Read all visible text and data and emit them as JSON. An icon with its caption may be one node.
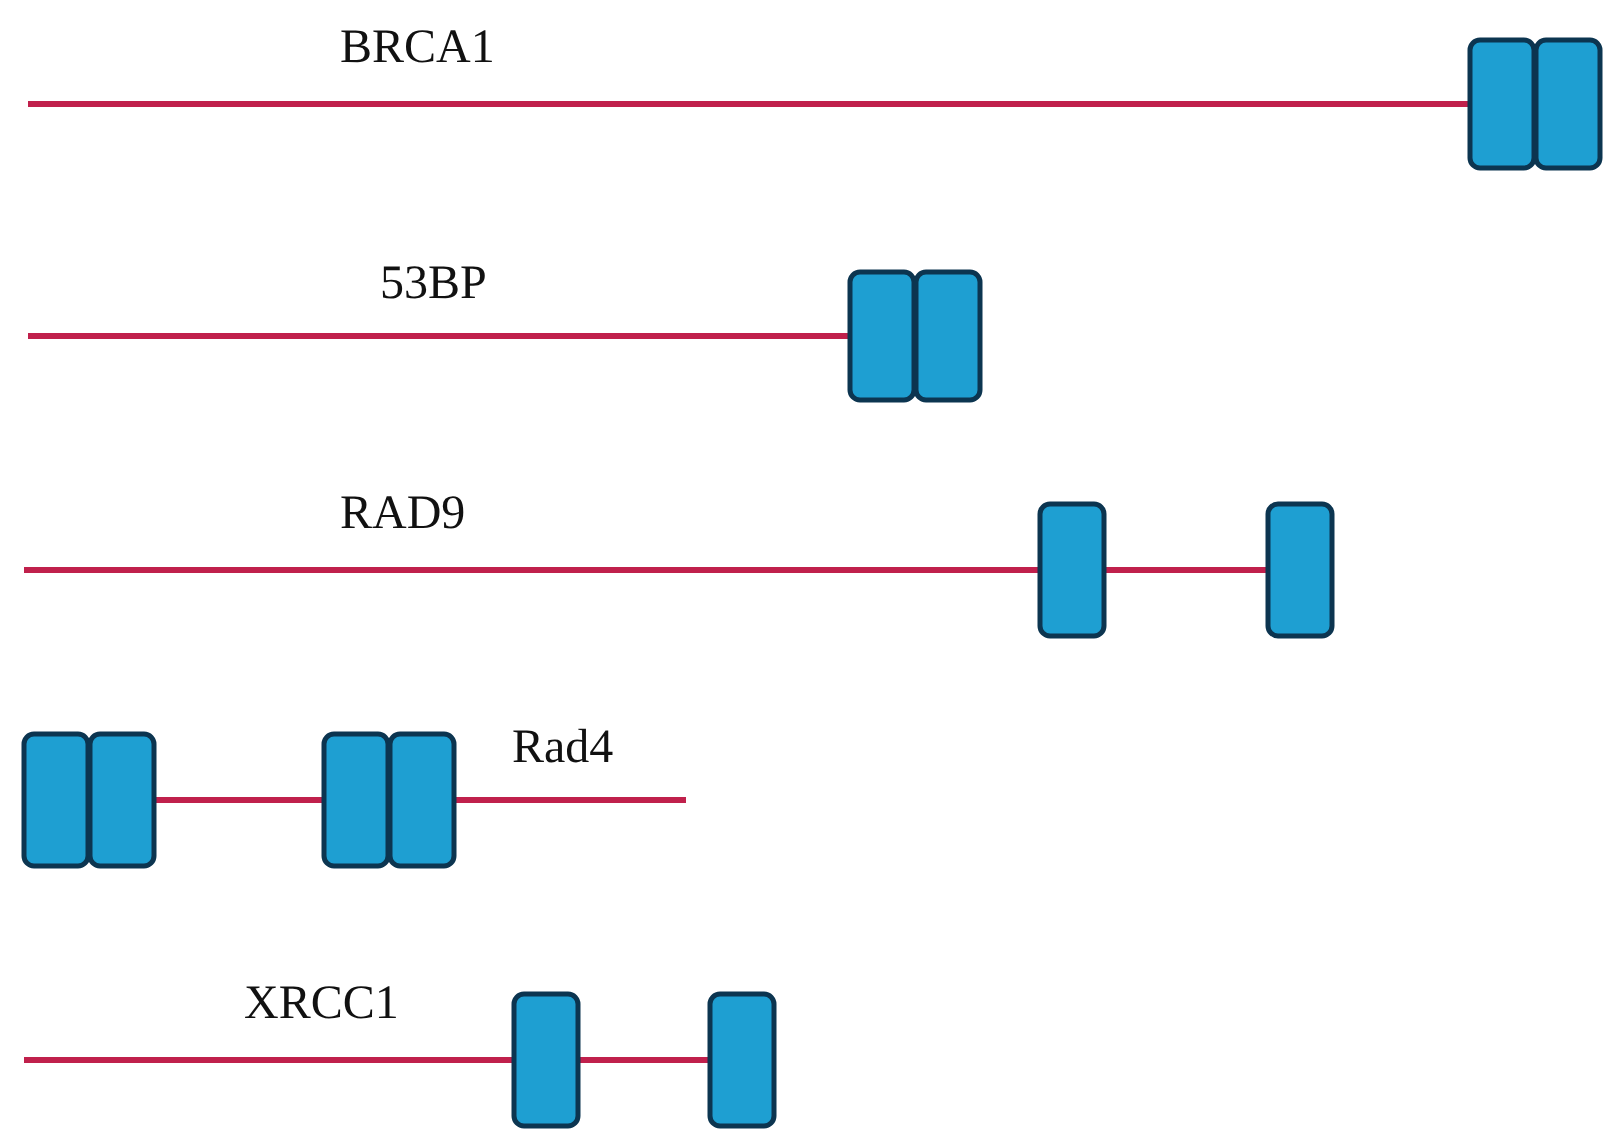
{
  "diagram": {
    "labels": [
      "BRCA1",
      "53BP",
      "RAD9",
      "Rad4",
      "XRCC1"
    ]
  }
}
